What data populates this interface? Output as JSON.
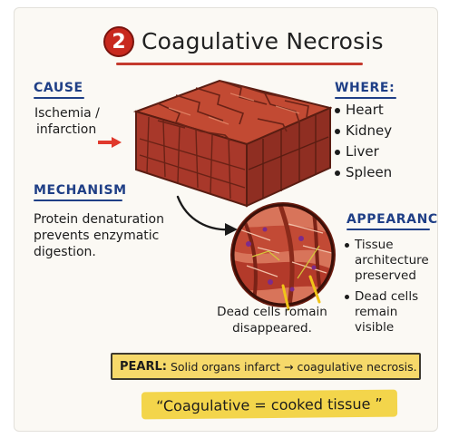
{
  "title": {
    "number": "2",
    "text": "Coagulative Necrosis"
  },
  "cause": {
    "heading": "Cause",
    "line1": "Ischemia /",
    "line2": "infarction"
  },
  "mechanism": {
    "heading": "Mechanism",
    "line1": "Protein denaturation",
    "line2": "prevents enzymatic",
    "line3": "digestion."
  },
  "where": {
    "heading": "Where:",
    "items": [
      "Heart",
      "Kidney",
      "Liver",
      "Spleen"
    ]
  },
  "appearance": {
    "heading": "Appearance:",
    "items": [
      {
        "line1": "Tissue",
        "line2": "architecture",
        "line3": "preserved"
      },
      {
        "line1": "Dead cells",
        "line2": "remain visible"
      }
    ]
  },
  "dead_cells_label": {
    "line1": "Dead cells romain",
    "line2": "disappeared."
  },
  "pearl": {
    "label": "PEARL:",
    "text": "Solid organs infarct → coagulative necrosis."
  },
  "quote": "“Coagulative = cooked tissue ”",
  "colors": {
    "heading_blue": "#1f3f86",
    "accent_red": "#c8281e",
    "highlight_yellow": "#f3d54b",
    "tissue_red": "#b8432f"
  },
  "icons": [
    "number-badge-icon",
    "red-arrow-icon",
    "curved-arrow-icon",
    "tissue-block-illustration",
    "magnified-tissue-illustration"
  ]
}
